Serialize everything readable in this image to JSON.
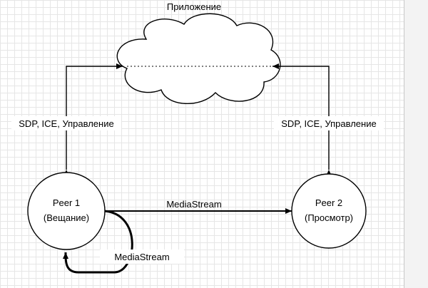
{
  "diagram": {
    "cloud_label": "Приложение",
    "left_link_label": "SDP, ICE, Управление",
    "right_link_label": "SDP, ICE, Управление",
    "peer1": {
      "line1": "Peer 1",
      "line2": "(Вещание)"
    },
    "peer2": {
      "line1": "Peer 2",
      "line2": "(Просмотр)"
    },
    "stream_label": "MediaStream",
    "loop_label": "MediaStream"
  }
}
